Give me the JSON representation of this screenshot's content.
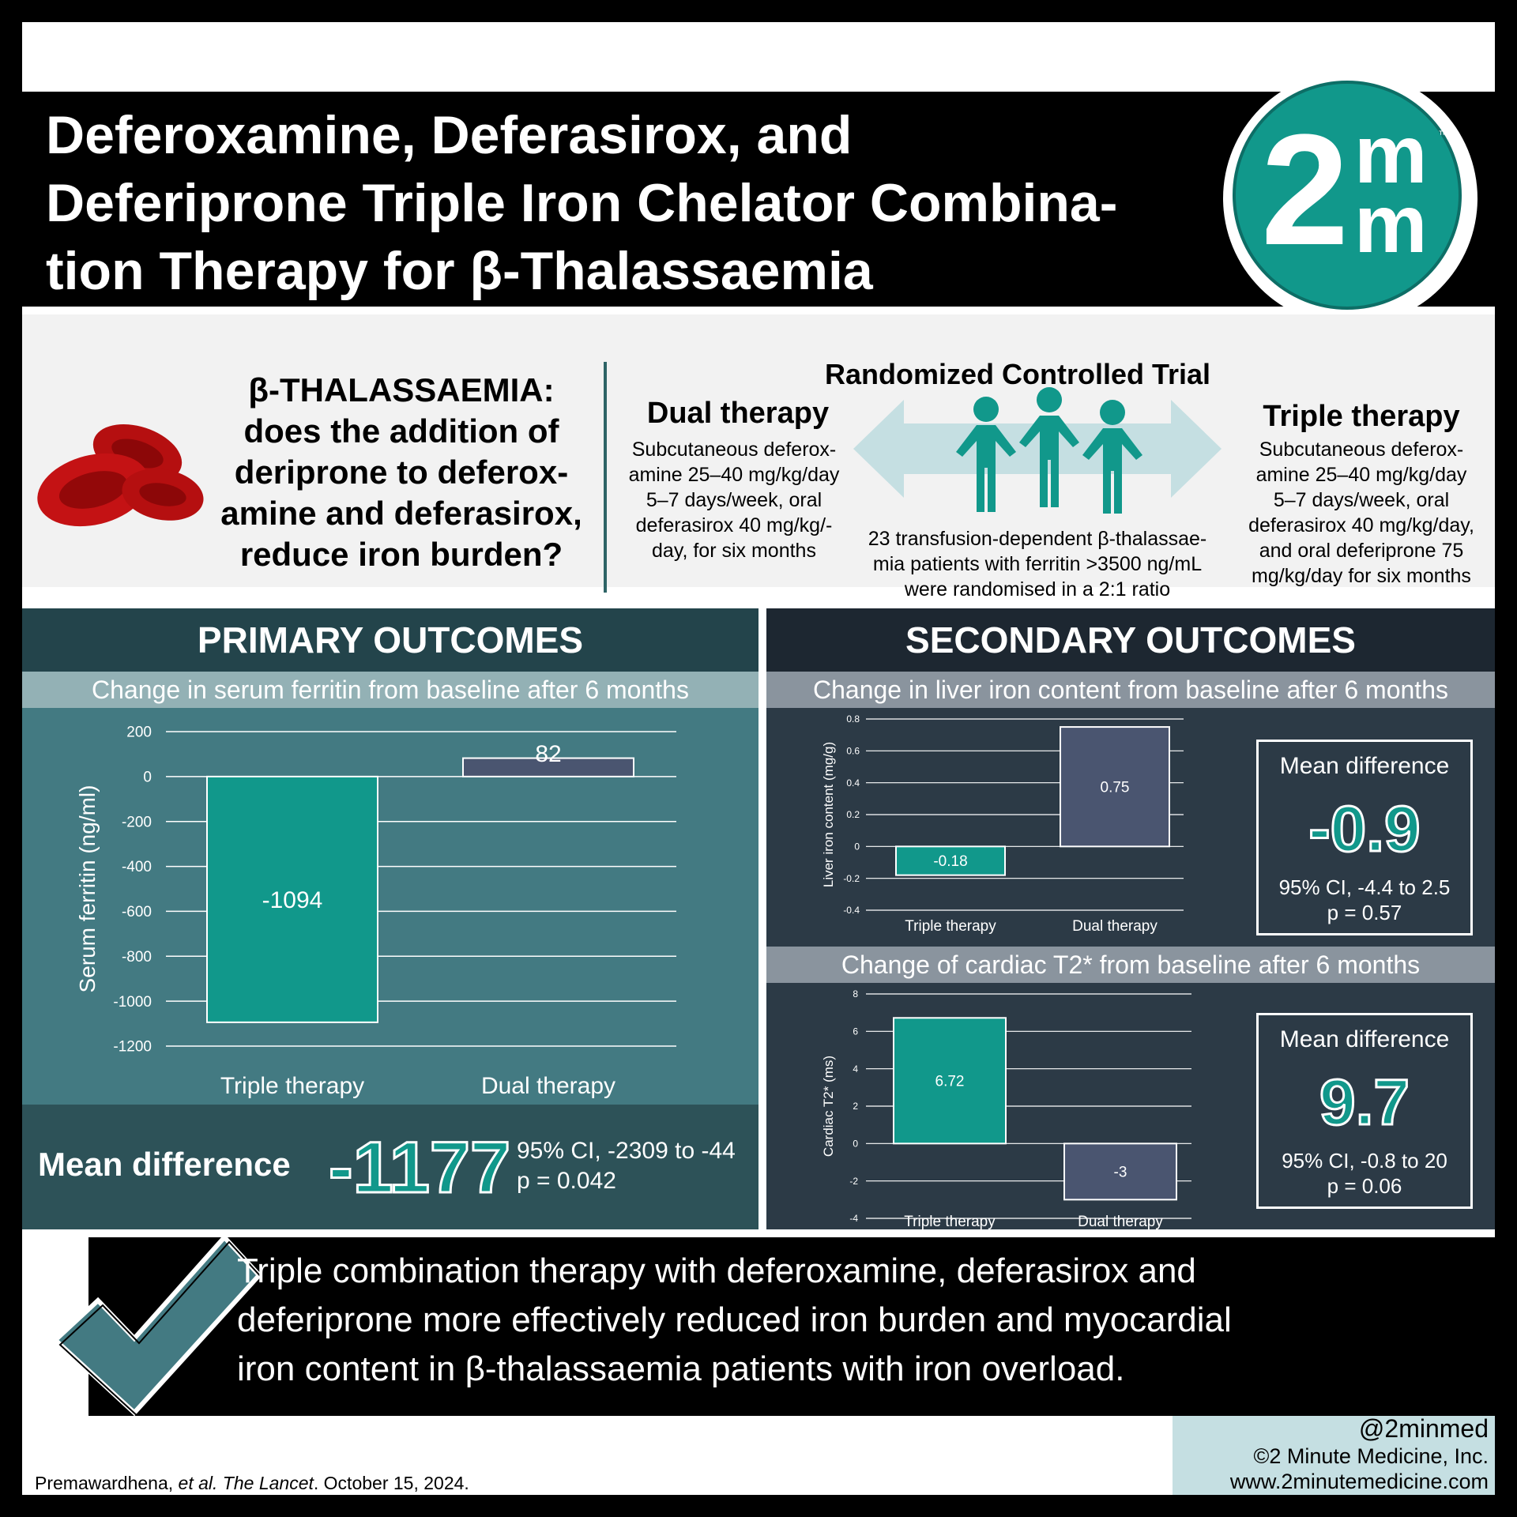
{
  "title": {
    "line1": "Deferoxamine, Deferasirox, and",
    "line2": "Deferiprone Triple Iron Chelator Combina-",
    "line3": "tion Therapy for β-Thalassaemia"
  },
  "logo": {
    "digit": "2",
    "letter_top": "m",
    "letter_bottom": "m",
    "tm": "™"
  },
  "intro": {
    "question_heading": "β-THALASSAEMIA:",
    "question_lines": [
      "does the addition of",
      "deriprone to deferox-",
      "amine and deferasirox,",
      "reduce iron burden?"
    ],
    "rct_title": "Randomized Controlled Trial",
    "dual_title": "Dual therapy",
    "dual_lines": [
      "Subcutaneous deferox-",
      "amine 25–40 mg/kg/day",
      "5–7 days/week, oral",
      "deferasirox 40 mg/kg/-",
      "day, for six months"
    ],
    "triple_title": "Triple therapy",
    "triple_lines": [
      "Subcutaneous deferox-",
      "amine 25–40 mg/kg/day",
      "5–7 days/week, oral",
      "deferasirox 40 mg/kg/day,",
      "and oral deferiprone 75",
      "mg/kg/day for six months"
    ],
    "population_lines": [
      "23 transfusion-dependent β-thalassae-",
      "mia patients with ferritin >3500 ng/mL",
      "were randomised in a 2:1 ratio"
    ]
  },
  "primary": {
    "heading": "PRIMARY OUTCOMES",
    "subheading": "Change in serum ferritin from baseline after 6 months",
    "mean_label": "Mean difference",
    "mean_value": "-1177",
    "ci": "95% CI, -2309 to -44",
    "p": "p = 0.042"
  },
  "secondary": {
    "heading": "SECONDARY OUTCOMES",
    "liver_subheading": "Change in liver iron content from baseline after 6 months",
    "cardiac_subheading": "Change of cardiac T2* from baseline after 6 months",
    "liver_mean": {
      "label": "Mean difference",
      "value": "-0.9",
      "ci": "95% CI, -4.4 to 2.5",
      "p": "p = 0.57"
    },
    "cardiac_mean": {
      "label": "Mean difference",
      "value": "9.7",
      "ci": "95% CI, -0.8 to 20",
      "p": "p = 0.06"
    }
  },
  "conclusion_lines": [
    "Triple combination therapy with deferoxamine, deferasirox and",
    "deferiprone more effectively reduced iron burden and myocardial",
    "iron content in β-thalassaemia patients with iron overload."
  ],
  "footer": {
    "handle": "@2minmed",
    "copyright": "©2 Minute Medicine, Inc.",
    "website": "www.2minutemedicine.com",
    "citation_authors": "Premawardhena, ",
    "citation_etal": "et al. The Lancet",
    "citation_date": ". October 15, 2024."
  },
  "colors": {
    "triple_bar": "#11988b",
    "dual_bar": "#4a5570",
    "primary_bg": "#437a82",
    "secondary_bg": "#2c3a46",
    "accent_teal": "#11988b",
    "blood_cell_red": "#b50f10"
  },
  "chart_data": [
    {
      "type": "bar",
      "categories": [
        "Triple therapy",
        "Dual therapy"
      ],
      "values": [
        -1094,
        82
      ],
      "data_labels": [
        "-1094",
        "82"
      ],
      "ylabel": "Serum ferritin (ng/ml)",
      "ylim": [
        -1200,
        200
      ],
      "yticks": [
        200,
        0,
        -200,
        -400,
        -600,
        -800,
        -1000,
        -1200
      ],
      "grid": true
    },
    {
      "type": "bar",
      "categories": [
        "Triple therapy",
        "Dual therapy"
      ],
      "values": [
        -0.18,
        0.75
      ],
      "data_labels": [
        "-0.18",
        "0.75"
      ],
      "ylabel": "Liver iron content (mg/g)",
      "ylim": [
        -0.4,
        0.8
      ],
      "yticks": [
        0.8,
        0.6,
        0.4,
        0.2,
        0,
        -0.2,
        -0.4
      ],
      "grid": true
    },
    {
      "type": "bar",
      "categories": [
        "Triple therapy",
        "Dual therapy"
      ],
      "values": [
        6.72,
        -3
      ],
      "data_labels": [
        "6.72",
        "-3"
      ],
      "ylabel": "Cardiac T2* (ms)",
      "ylim": [
        -4,
        8
      ],
      "yticks": [
        8,
        6,
        4,
        2,
        0,
        -2,
        -4
      ],
      "grid": true
    }
  ]
}
